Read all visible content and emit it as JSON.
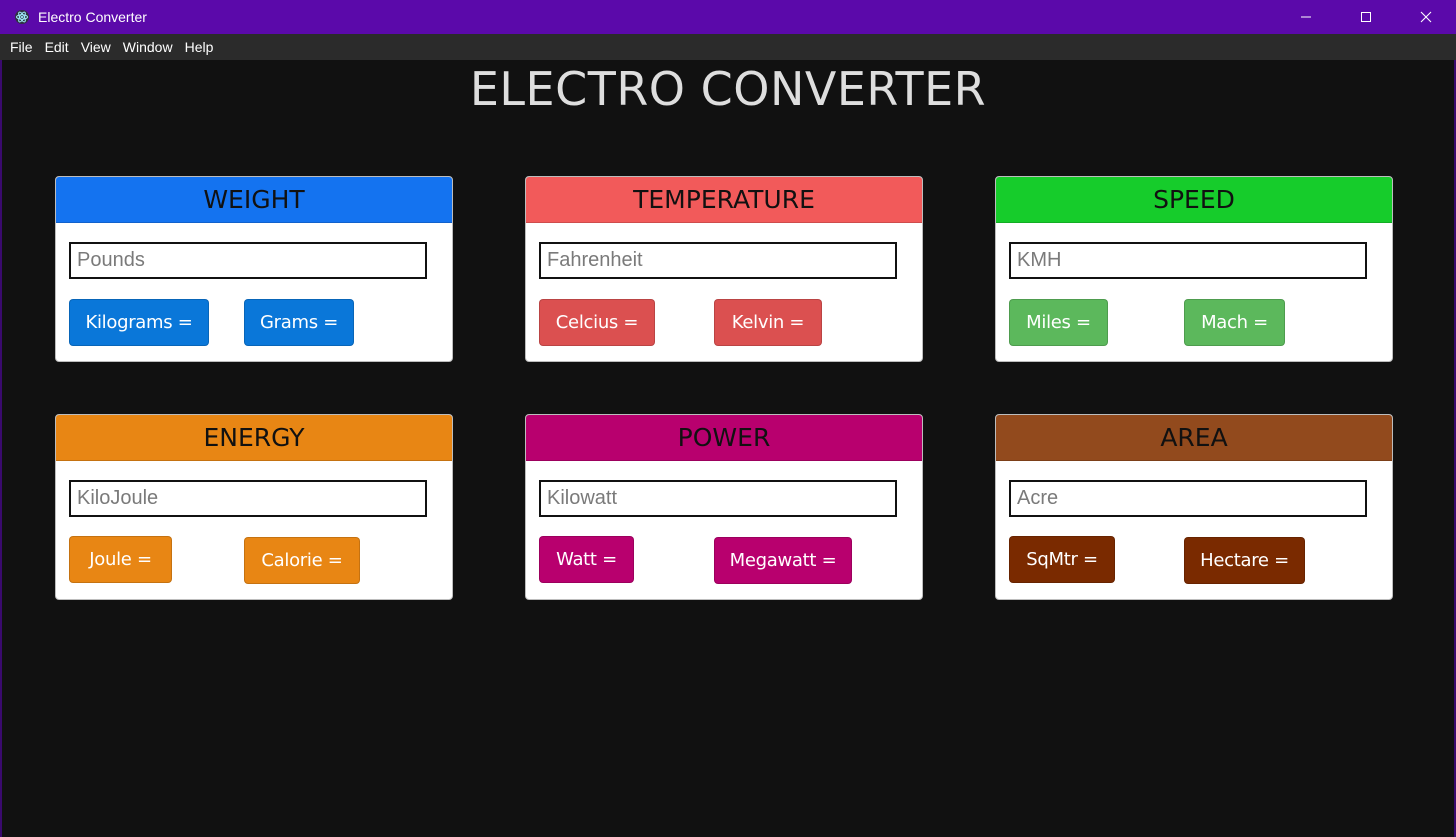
{
  "window": {
    "title": "Electro Converter",
    "controls": [
      "minimize-icon",
      "maximize-icon",
      "close-icon"
    ]
  },
  "menu": [
    "File",
    "Edit",
    "View",
    "Window",
    "Help"
  ],
  "page_title": "ELECTRO CONVERTER",
  "cards": [
    {
      "title": "WEIGHT",
      "color": "#1473f0",
      "button_color": "#0a77d9",
      "placeholder": "Pounds",
      "buttons": [
        "Kilograms =",
        "Grams ="
      ]
    },
    {
      "title": "TEMPERATURE",
      "color": "#f25a5a",
      "button_color": "#db5050",
      "placeholder": "Fahrenheit",
      "buttons": [
        "Celcius =",
        "Kelvin ="
      ]
    },
    {
      "title": "SPEED",
      "color": "#16cc2b",
      "button_color": "#5cb85c",
      "placeholder": "KMH",
      "buttons": [
        "Miles =",
        "Mach ="
      ]
    },
    {
      "title": "ENERGY",
      "color": "#e88614",
      "button_color": "#e88614",
      "placeholder": "KiloJoule",
      "buttons": [
        "Joule =",
        "Calorie ="
      ]
    },
    {
      "title": "POWER",
      "color": "#b8006e",
      "button_color": "#b8006e",
      "placeholder": "Kilowatt",
      "buttons": [
        "Watt =",
        "Megawatt ="
      ]
    },
    {
      "title": "AREA",
      "color": "#924a1d",
      "button_color": "#7a2a00",
      "placeholder": "Acre",
      "buttons": [
        "SqMtr =",
        "Hectare ="
      ]
    }
  ]
}
